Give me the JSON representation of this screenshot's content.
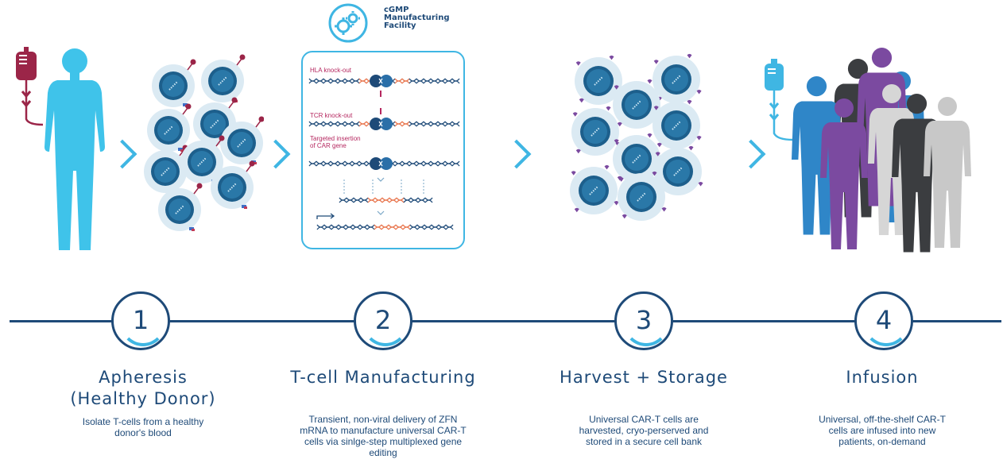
{
  "facility": {
    "label_line1": "cGMP",
    "label_line2": "Manufacturing",
    "label_line3": "Facility",
    "icon": "gears-icon"
  },
  "gene_editing": {
    "hla_label": "HLA knock-out",
    "tcr_label": "TCR knock-out",
    "car_label_line1": "Targeted insertion",
    "car_label_line2": "of CAR gene"
  },
  "steps": [
    {
      "number": "1",
      "title_line1": "Apheresis",
      "title_line2": "(Healthy Donor)",
      "desc_line1": "Isolate T-cells from a healthy",
      "desc_line2": "donor's blood"
    },
    {
      "number": "2",
      "title_line1": "T-cell Manufacturing",
      "desc_line1": "Transient, non-viral delivery of ZFN",
      "desc_line2": "mRNA to manufacture universal CAR-T",
      "desc_line3": "cells via sinlge-step multiplexed gene",
      "desc_line4": "editing"
    },
    {
      "number": "3",
      "title_line1": "Harvest + Storage",
      "desc_line1": "Universal CAR-T cells are",
      "desc_line2": "harvested, cryo-perserved and",
      "desc_line3": "stored in a secure cell bank"
    },
    {
      "number": "4",
      "title_line1": "Infusion",
      "desc_line1": "Universal, off-the-shelf CAR-T",
      "desc_line2": "cells are infused into new",
      "desc_line3": "patients, on-demand"
    }
  ],
  "colors": {
    "navy": "#1e4a78",
    "cyan": "#3fb6e3",
    "blood": "#9b2548",
    "purple": "#7b4aa0",
    "gray": "#c8c8c8",
    "dark": "#3b3d40"
  }
}
